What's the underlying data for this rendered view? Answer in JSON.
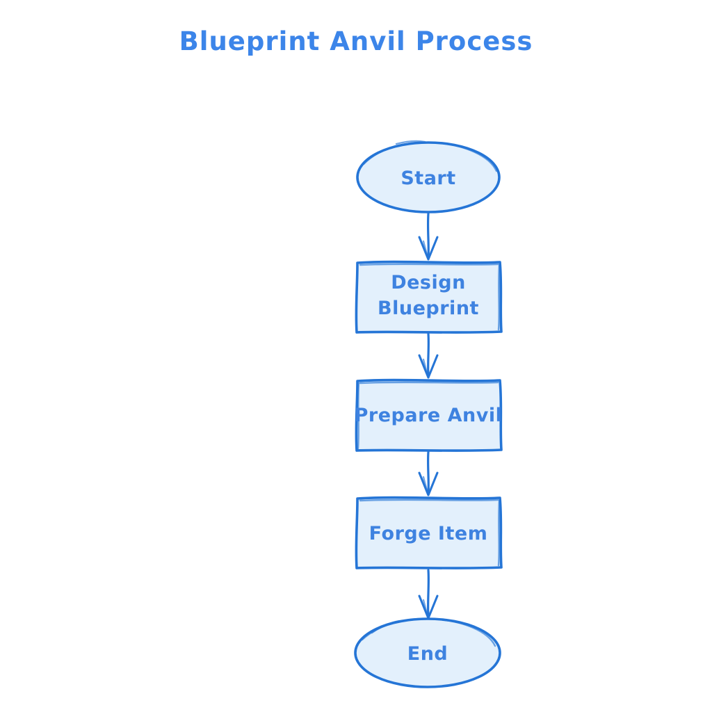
{
  "title": "Blueprint Anvil Process",
  "diagram": {
    "type": "flowchart",
    "direction": "top-down",
    "style": "hand-drawn",
    "colors": {
      "node_fill": "#E3F0FC",
      "node_stroke": "#2575D6",
      "node_text": "#3E82E0",
      "title_text": "#3C85E9",
      "background": "#FFFFFF"
    },
    "nodes": [
      {
        "id": "start",
        "shape": "ellipse",
        "label": "Start"
      },
      {
        "id": "design-blueprint",
        "shape": "rectangle",
        "label": "Design Blueprint",
        "lines": [
          "Design",
          "Blueprint"
        ]
      },
      {
        "id": "prepare-anvil",
        "shape": "rectangle",
        "label": "Prepare Anvil"
      },
      {
        "id": "forge-item",
        "shape": "rectangle",
        "label": "Forge Item"
      },
      {
        "id": "end",
        "shape": "ellipse",
        "label": "End"
      }
    ],
    "edges": [
      {
        "from": "Start",
        "to": "Design Blueprint"
      },
      {
        "from": "Design Blueprint",
        "to": "Prepare Anvil"
      },
      {
        "from": "Prepare Anvil",
        "to": "Forge Item"
      },
      {
        "from": "Forge Item",
        "to": "End"
      }
    ]
  }
}
